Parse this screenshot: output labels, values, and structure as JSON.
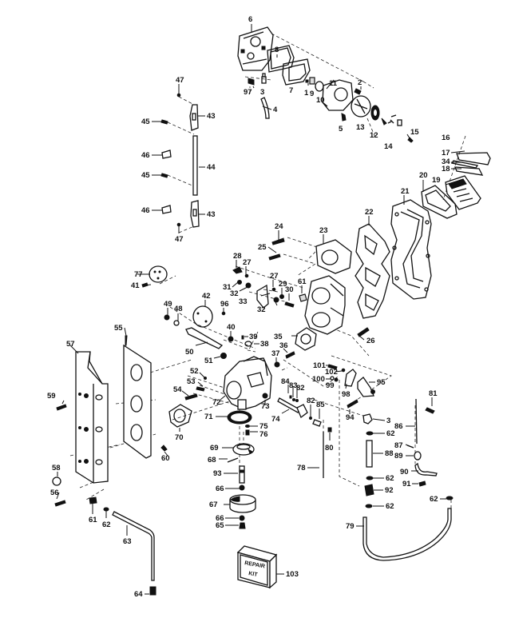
{
  "title": "Carburetor / Intake Manifold Exploded Parts Diagram",
  "kit_box": {
    "line1": "REPAIR",
    "line2": "KIT"
  },
  "callouts": [
    {
      "id": "c6",
      "label": "6"
    },
    {
      "id": "c8",
      "label": "8"
    },
    {
      "id": "c97",
      "label": "97"
    },
    {
      "id": "c3a",
      "label": "3"
    },
    {
      "id": "c4",
      "label": "4"
    },
    {
      "id": "c7",
      "label": "7"
    },
    {
      "id": "c1",
      "label": "1"
    },
    {
      "id": "c9",
      "label": "9"
    },
    {
      "id": "c10",
      "label": "10"
    },
    {
      "id": "c11",
      "label": "11"
    },
    {
      "id": "c2",
      "label": "2"
    },
    {
      "id": "c5",
      "label": "5"
    },
    {
      "id": "c13",
      "label": "13"
    },
    {
      "id": "c12",
      "label": "12"
    },
    {
      "id": "c14",
      "label": "14"
    },
    {
      "id": "c15",
      "label": "15"
    },
    {
      "id": "c16",
      "label": "16"
    },
    {
      "id": "c17",
      "label": "17"
    },
    {
      "id": "c34",
      "label": "34"
    },
    {
      "id": "c18",
      "label": "18"
    },
    {
      "id": "c19",
      "label": "19"
    },
    {
      "id": "c20",
      "label": "20"
    },
    {
      "id": "c21",
      "label": "21"
    },
    {
      "id": "c22",
      "label": "22"
    },
    {
      "id": "c47a",
      "label": "47"
    },
    {
      "id": "c43a",
      "label": "43"
    },
    {
      "id": "c45a",
      "label": "45"
    },
    {
      "id": "c46a",
      "label": "46"
    },
    {
      "id": "c44",
      "label": "44"
    },
    {
      "id": "c45b",
      "label": "45"
    },
    {
      "id": "c46b",
      "label": "46"
    },
    {
      "id": "c43b",
      "label": "43"
    },
    {
      "id": "c47b",
      "label": "47"
    },
    {
      "id": "c24",
      "label": "24"
    },
    {
      "id": "c25",
      "label": "25"
    },
    {
      "id": "c23",
      "label": "23"
    },
    {
      "id": "c28",
      "label": "28"
    },
    {
      "id": "c27a",
      "label": "27"
    },
    {
      "id": "c27b",
      "label": "27"
    },
    {
      "id": "c29",
      "label": "29"
    },
    {
      "id": "c77",
      "label": "77"
    },
    {
      "id": "c41",
      "label": "41"
    },
    {
      "id": "c31",
      "label": "31"
    },
    {
      "id": "c96",
      "label": "96"
    },
    {
      "id": "c32a",
      "label": "32"
    },
    {
      "id": "c33",
      "label": "33"
    },
    {
      "id": "c32b",
      "label": "32"
    },
    {
      "id": "c30",
      "label": "30"
    },
    {
      "id": "c61a",
      "label": "61"
    },
    {
      "id": "c42",
      "label": "42"
    },
    {
      "id": "c49",
      "label": "49"
    },
    {
      "id": "c48",
      "label": "48"
    },
    {
      "id": "c40",
      "label": "40"
    },
    {
      "id": "c39",
      "label": "39"
    },
    {
      "id": "c38",
      "label": "38"
    },
    {
      "id": "c35",
      "label": "35"
    },
    {
      "id": "c26",
      "label": "26"
    },
    {
      "id": "c50",
      "label": "50"
    },
    {
      "id": "c51",
      "label": "51"
    },
    {
      "id": "c37",
      "label": "37"
    },
    {
      "id": "c36",
      "label": "36"
    },
    {
      "id": "c55",
      "label": "55"
    },
    {
      "id": "c57",
      "label": "57"
    },
    {
      "id": "c52",
      "label": "52"
    },
    {
      "id": "c53",
      "label": "53"
    },
    {
      "id": "c54",
      "label": "54"
    },
    {
      "id": "c72",
      "label": "72"
    },
    {
      "id": "c101",
      "label": "101"
    },
    {
      "id": "c102",
      "label": "102"
    },
    {
      "id": "c100",
      "label": "100"
    },
    {
      "id": "c99",
      "label": "99"
    },
    {
      "id": "c98",
      "label": "98"
    },
    {
      "id": "c95",
      "label": "95"
    },
    {
      "id": "c84",
      "label": "84"
    },
    {
      "id": "c83",
      "label": "83"
    },
    {
      "id": "c82a",
      "label": "82"
    },
    {
      "id": "c82b",
      "label": "82"
    },
    {
      "id": "c85",
      "label": "85"
    },
    {
      "id": "c73",
      "label": "73"
    },
    {
      "id": "c74",
      "label": "74"
    },
    {
      "id": "c94",
      "label": "94"
    },
    {
      "id": "c81",
      "label": "81"
    },
    {
      "id": "c59",
      "label": "59"
    },
    {
      "id": "c71",
      "label": "71"
    },
    {
      "id": "c75",
      "label": "75"
    },
    {
      "id": "c76",
      "label": "76"
    },
    {
      "id": "c70",
      "label": "70"
    },
    {
      "id": "c80",
      "label": "80"
    },
    {
      "id": "c3b",
      "label": "3"
    },
    {
      "id": "c62a",
      "label": "62"
    },
    {
      "id": "c86",
      "label": "86"
    },
    {
      "id": "c87",
      "label": "87"
    },
    {
      "id": "c88",
      "label": "88"
    },
    {
      "id": "c89",
      "label": "89"
    },
    {
      "id": "c60",
      "label": "60"
    },
    {
      "id": "c69",
      "label": "69"
    },
    {
      "id": "c68",
      "label": "68"
    },
    {
      "id": "c78",
      "label": "78"
    },
    {
      "id": "c90",
      "label": "90"
    },
    {
      "id": "c58",
      "label": "58"
    },
    {
      "id": "c93",
      "label": "93"
    },
    {
      "id": "c62b",
      "label": "62"
    },
    {
      "id": "c91",
      "label": "91"
    },
    {
      "id": "c66a",
      "label": "66"
    },
    {
      "id": "c92",
      "label": "92"
    },
    {
      "id": "c56",
      "label": "56"
    },
    {
      "id": "c67",
      "label": "67"
    },
    {
      "id": "c62c",
      "label": "62"
    },
    {
      "id": "c62d",
      "label": "62"
    },
    {
      "id": "c61b",
      "label": "61"
    },
    {
      "id": "c62e",
      "label": "62"
    },
    {
      "id": "c66b",
      "label": "66"
    },
    {
      "id": "c65",
      "label": "65"
    },
    {
      "id": "c79",
      "label": "79"
    },
    {
      "id": "c63",
      "label": "63"
    },
    {
      "id": "c103",
      "label": "103"
    },
    {
      "id": "c64",
      "label": "64"
    }
  ]
}
